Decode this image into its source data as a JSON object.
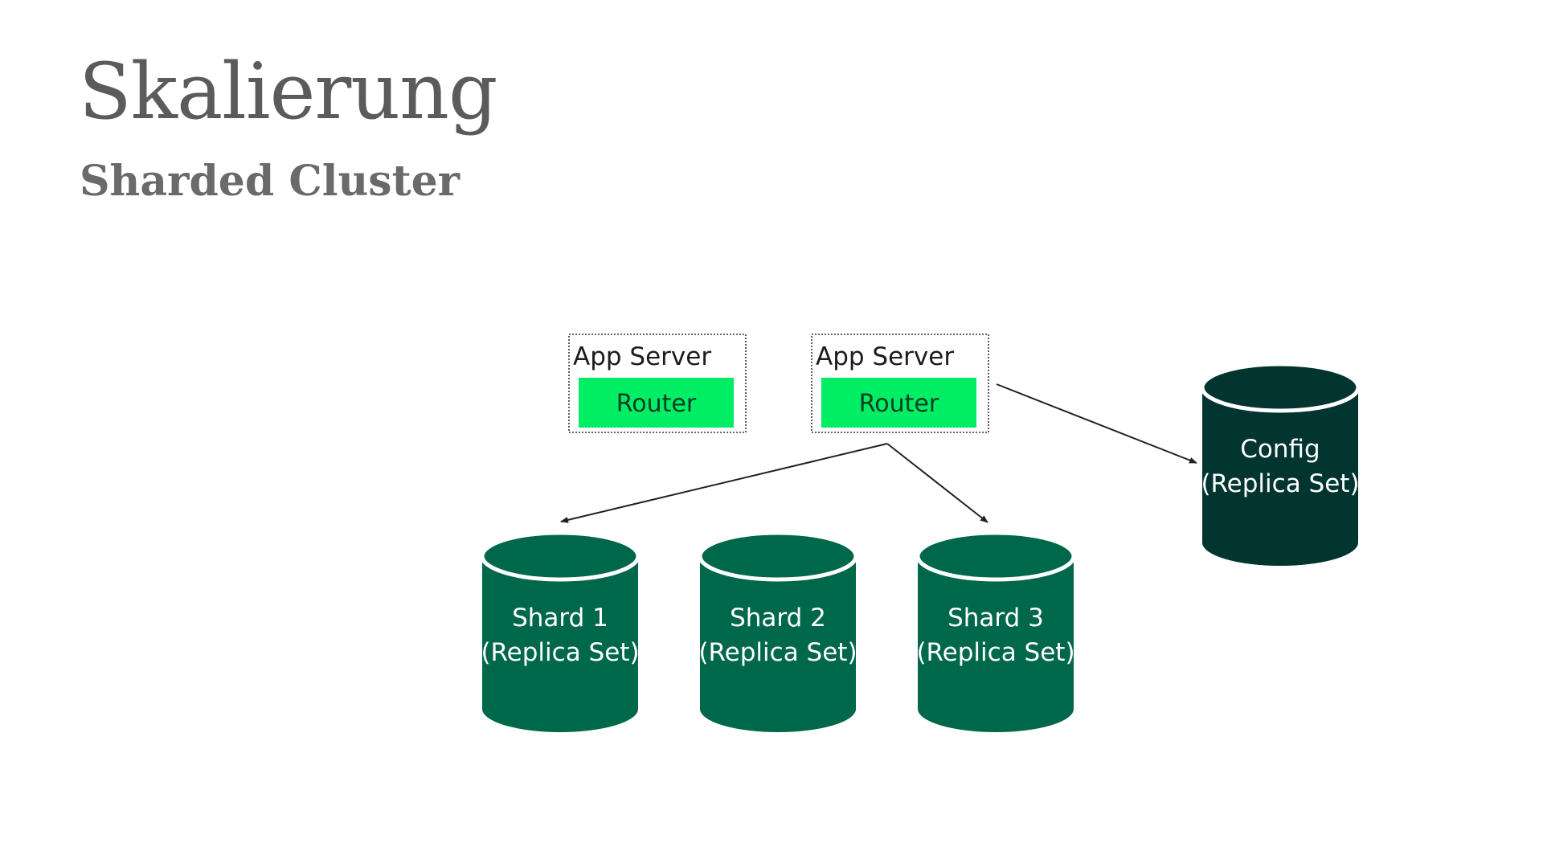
{
  "slide": {
    "title": "Skalierung",
    "subtitle": "Sharded Cluster"
  },
  "colors": {
    "shard_fill": "#00684a",
    "config_fill": "#023430",
    "router_fill": "#00ed64",
    "title_text": "#5b5b5b",
    "arrow": "#222222"
  },
  "app_servers": [
    {
      "label": "App Server",
      "router_label": "Router"
    },
    {
      "label": "App Server",
      "router_label": "Router"
    }
  ],
  "shards": [
    {
      "name": "Shard 1",
      "type": "(Replica Set)"
    },
    {
      "name": "Shard 2",
      "type": "(Replica Set)"
    },
    {
      "name": "Shard 3",
      "type": "(Replica Set)"
    }
  ],
  "config": {
    "name": "Config",
    "type": "(Replica Set)"
  }
}
